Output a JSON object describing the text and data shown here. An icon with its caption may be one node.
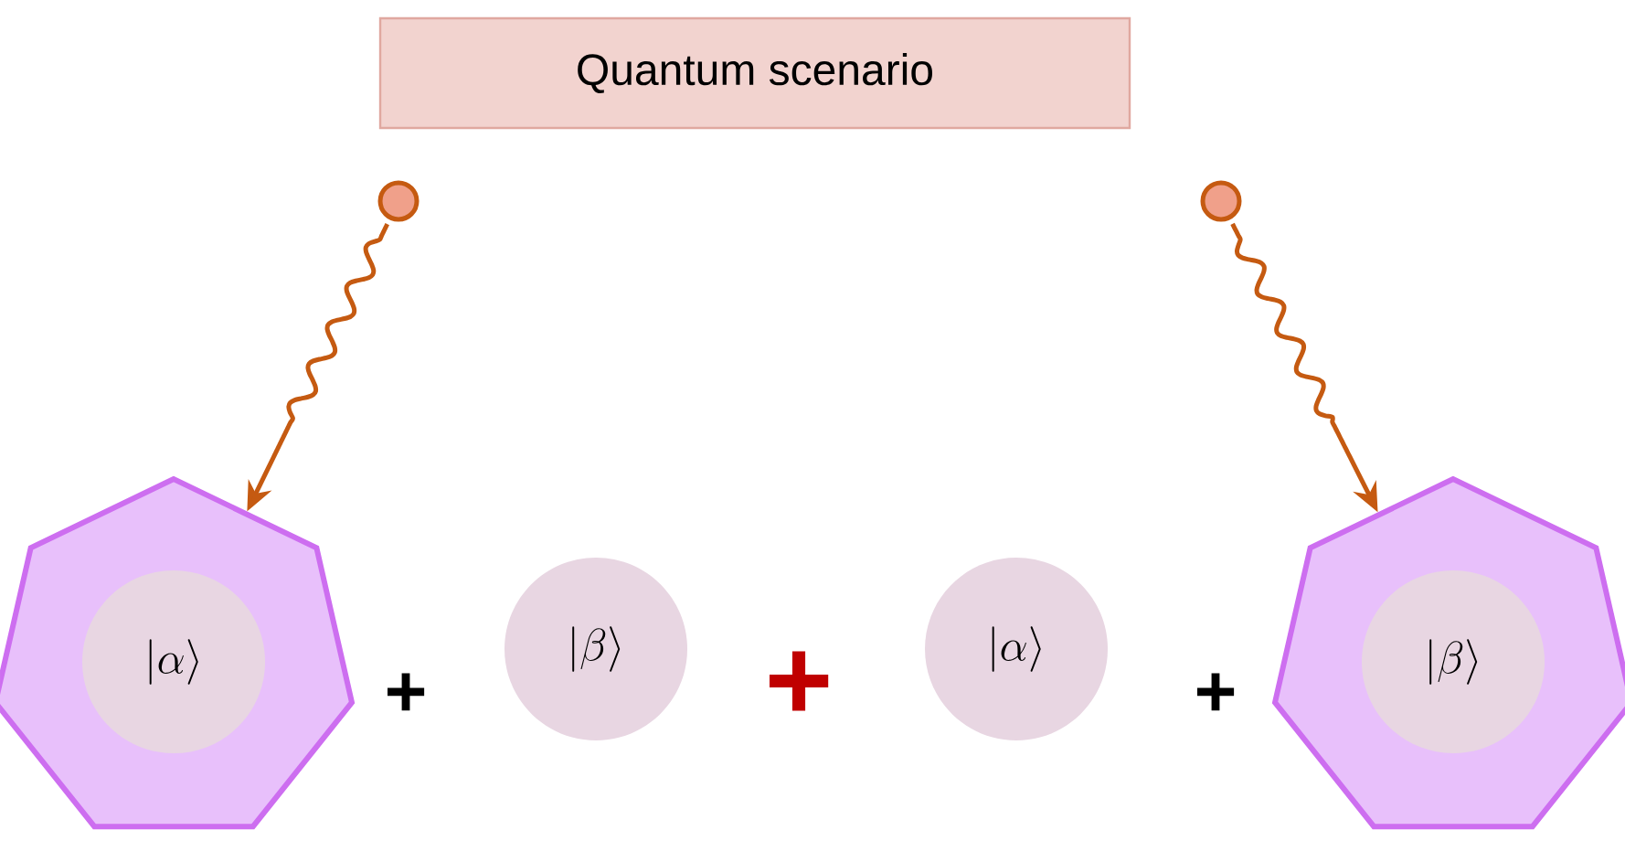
{
  "diagram": {
    "nodes": [
      {
        "text": [
          "Quantum scenario"
        ]
      },
      {
        "text": [],
        "shape": "circle"
      },
      {
        "text": [],
        "shape": "circle"
      },
      {
        "text": [],
        "shape": "polygon"
      },
      {
        "text": [
          "|\\alpha\\rangle"
        ],
        "in": 3
      },
      {
        "text": [
          "|\\beta\\rangle"
        ]
      },
      {
        "text": [
          "|\\alpha\\rangle"
        ]
      },
      {
        "text": [],
        "shape": "polygon"
      },
      {
        "text": [
          "|\\beta\\rangle"
        ],
        "in": 7
      }
    ],
    "edges": [
      {
        "from": 1,
        "to": 3,
        "arrow": "to"
      },
      {
        "from": 2,
        "to": 7,
        "arrow": "to"
      }
    ],
    "labels": [
      "+",
      "+",
      "+"
    ]
  }
}
